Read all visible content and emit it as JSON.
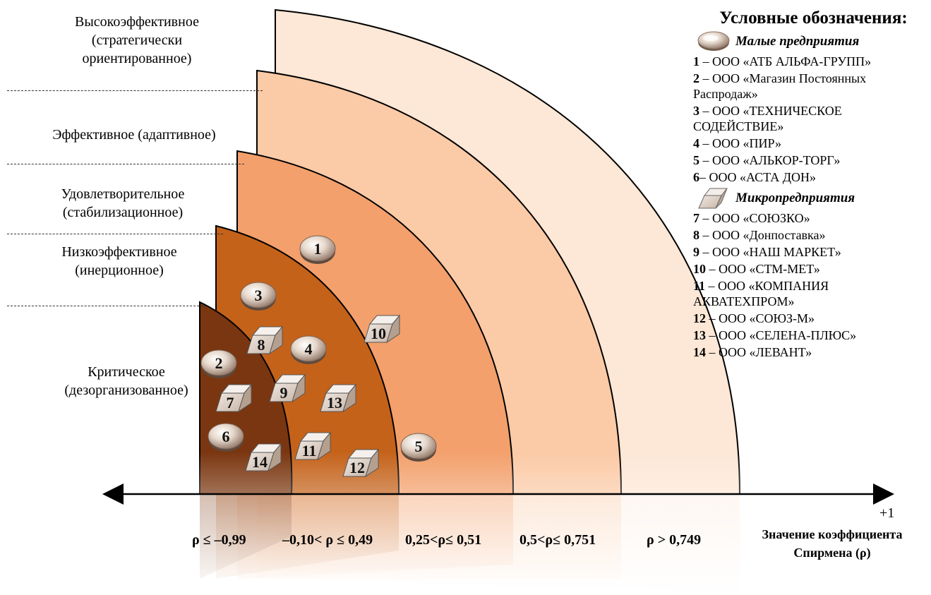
{
  "levels": [
    {
      "id": "high",
      "text": "Высокоэффективное (стратегически ориентированное)"
    },
    {
      "id": "effective",
      "text": "Эффективное (адаптивное)"
    },
    {
      "id": "satisfactory",
      "text": "Удовлетворительное (стабилизационное)"
    },
    {
      "id": "low",
      "text": "Низкоэффективное (инерционное)"
    },
    {
      "id": "critical",
      "text": "Критическое (дезорганизованное)"
    }
  ],
  "zones": [
    {
      "range": "ρ ≤ –0,99",
      "color": "#7a3610"
    },
    {
      "range": "–0,10< ρ ≤ 0,49",
      "color": "#c4621a"
    },
    {
      "range": "0,25<ρ≤ 0,51",
      "color": "#f3a06c"
    },
    {
      "range": "0,5<ρ≤ 0,751",
      "color": "#fbcaa6"
    },
    {
      "range": "ρ > 0,749",
      "color": "#fde7d6"
    }
  ],
  "axis": {
    "max_label": "+1",
    "title_line1": "Значение коэффициента",
    "title_line2": "Спирмена (ρ)"
  },
  "legend": {
    "title": "Условные обозначения:",
    "small_heading": "Малые предприятия",
    "micro_heading": "Микропредприятия",
    "small": [
      {
        "num": "1",
        "sep": " – ",
        "name": "ООО «АТБ АЛЬФА-ГРУПП»"
      },
      {
        "num": "2",
        "sep": " – ",
        "name": "ООО «Магазин Постоянных Распродаж»"
      },
      {
        "num": "3",
        "sep": " – ",
        "name": "ООО «ТЕХНИЧЕСКОЕ СОДЕЙСТВИЕ»"
      },
      {
        "num": "4",
        "sep": " – ",
        "name": "ООО «ПИР»"
      },
      {
        "num": "5",
        "sep": " – ",
        "name": "ООО «АЛЬКОР-ТОРГ»"
      },
      {
        "num": "6",
        "sep": "– ",
        "name": "ООО «АСТА ДОН»"
      }
    ],
    "micro": [
      {
        "num": "7",
        "sep": " – ",
        "name": "ООО «СОЮЗКО»"
      },
      {
        "num": "8",
        "sep": " – ",
        "name": "ООО «Донпоставка»"
      },
      {
        "num": "9",
        "sep": " – ",
        "name": "ООО «НАШ МАРКЕТ»"
      },
      {
        "num": "10",
        "sep": " – ",
        "name": "ООО «СТМ-МЕТ»"
      },
      {
        "num": "11",
        "sep": " – ",
        "name": "ООО «КОМПАНИЯ АКВАТЕХПРОМ»"
      },
      {
        "num": "12",
        "sep": " – ",
        "name": "ООО «СОЮЗ-М»"
      },
      {
        "num": "13",
        "sep": " – ",
        "name": "ООО «СЕЛЕНА-ПЛЮС»"
      },
      {
        "num": "14",
        "sep": " – ",
        "name": "ООО «ЛЕВАНТ»"
      }
    ]
  },
  "markers": [
    {
      "label": "1",
      "kind": "small"
    },
    {
      "label": "2",
      "kind": "small"
    },
    {
      "label": "3",
      "kind": "small"
    },
    {
      "label": "4",
      "kind": "small"
    },
    {
      "label": "5",
      "kind": "small"
    },
    {
      "label": "6",
      "kind": "small"
    },
    {
      "label": "7",
      "kind": "micro"
    },
    {
      "label": "8",
      "kind": "micro"
    },
    {
      "label": "9",
      "kind": "micro"
    },
    {
      "label": "10",
      "kind": "micro"
    },
    {
      "label": "11",
      "kind": "micro"
    },
    {
      "label": "12",
      "kind": "micro"
    },
    {
      "label": "13",
      "kind": "micro"
    },
    {
      "label": "14",
      "kind": "micro"
    }
  ]
}
